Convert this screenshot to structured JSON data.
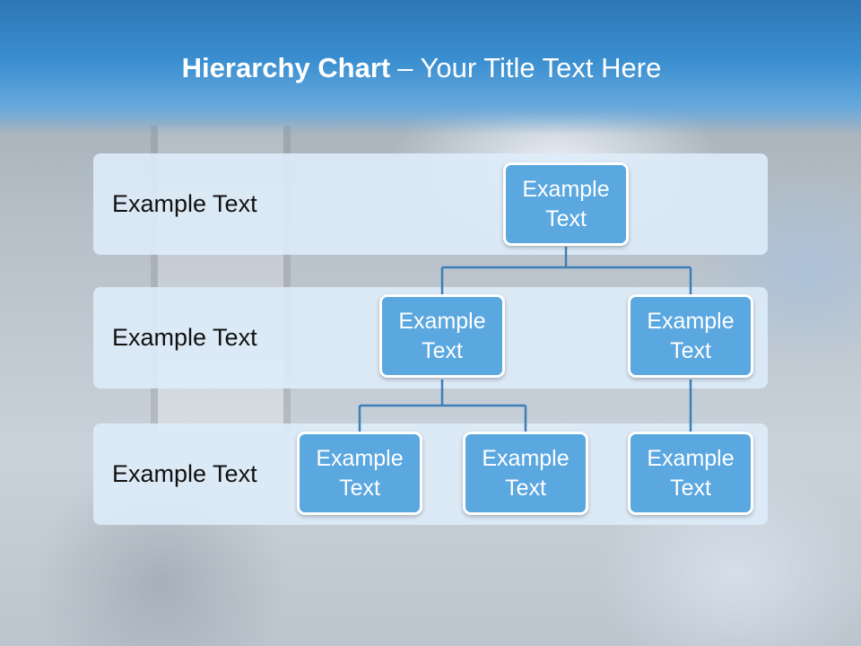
{
  "slide": {
    "title_bold": "Hierarchy Chart",
    "title_dash": "–",
    "title_rest": "Your Title Text Here"
  },
  "levels": [
    {
      "label": "Example Text"
    },
    {
      "label": "Example Text"
    },
    {
      "label": "Example Text"
    }
  ],
  "nodes": [
    {
      "line1": "Example",
      "line2": "Text"
    },
    {
      "line1": "Example",
      "line2": "Text"
    },
    {
      "line1": "Example",
      "line2": "Text"
    },
    {
      "line1": "Example",
      "line2": "Text"
    },
    {
      "line1": "Example",
      "line2": "Text"
    },
    {
      "line1": "Example",
      "line2": "Text"
    }
  ],
  "colors": {
    "header": "#3a8fd0",
    "node_fill": "#5ba7e0",
    "band_fill": "#deecf9",
    "connector": "#3e7fb7"
  }
}
